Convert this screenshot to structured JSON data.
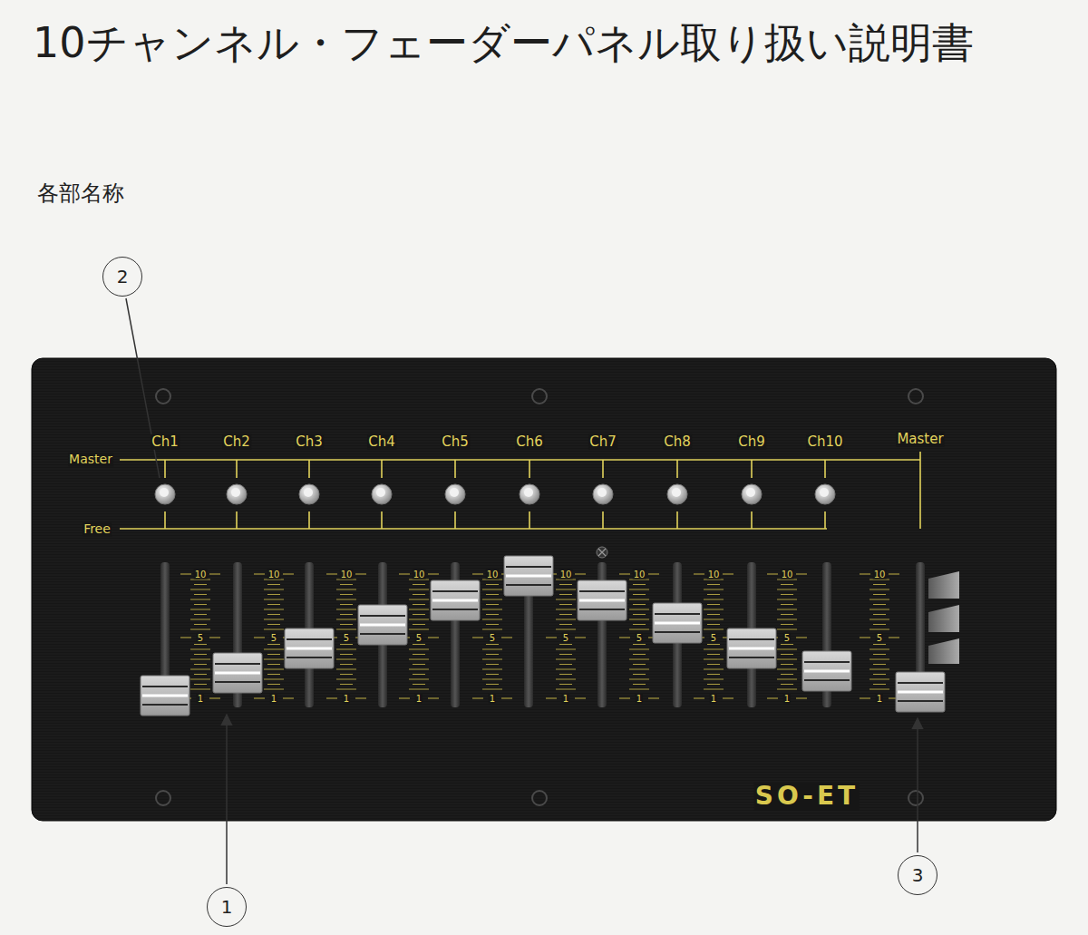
{
  "diagram": {
    "title": "10チャンネル・フェーダーパネル取り扱い説明書",
    "nodes": [
      {
        "text": [
          "2"
        ]
      },
      {
        "text": [
          "1"
        ]
      },
      {
        "text": [
          "3"
        ]
      }
    ],
    "labels": [
      "各部名称",
      "Master",
      "Ch1",
      "Ch2",
      "Ch3",
      "Ch4",
      "Ch5",
      "Ch6",
      "Ch7",
      "Ch8",
      "Ch9",
      "Ch10",
      "Master",
      "Free",
      "10",
      "5",
      "1",
      "10",
      "5",
      "1",
      "10",
      "5",
      "1",
      "10",
      "5",
      "1",
      "10",
      "5",
      "1",
      "10",
      "5",
      "1",
      "10",
      "5",
      "1",
      "10",
      "5",
      "1",
      "10",
      "5",
      "1",
      "10",
      "5",
      "1",
      "SO-ET"
    ]
  }
}
